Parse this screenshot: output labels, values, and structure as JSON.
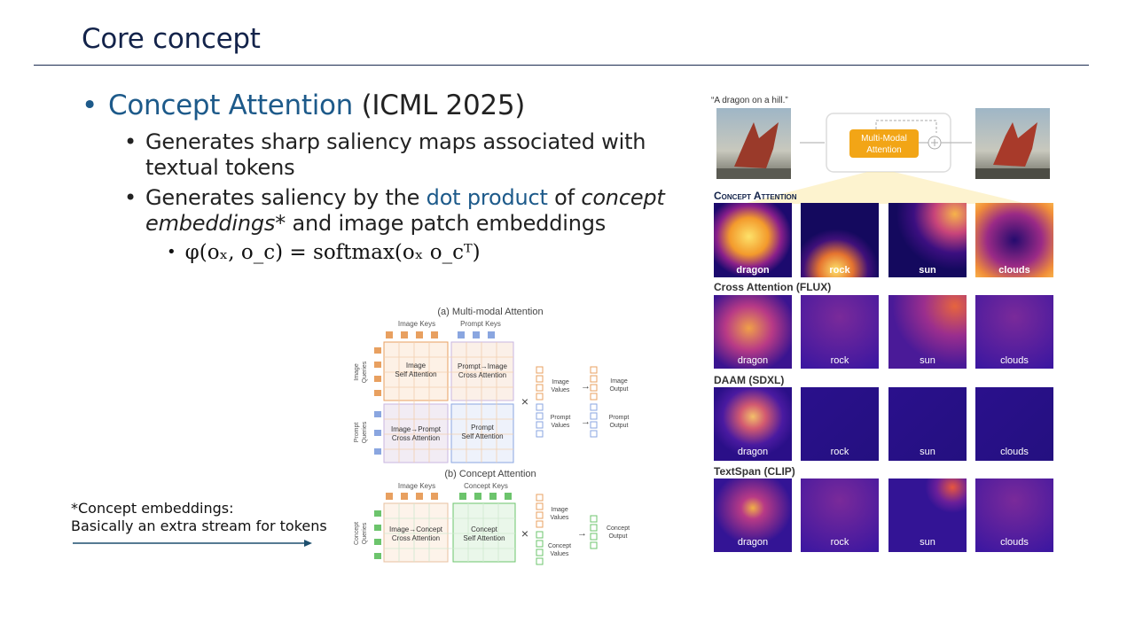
{
  "slide": {
    "title": "Core concept",
    "bullet1": {
      "highlight": "Concept Attention",
      "rest": " (ICML 2025)"
    },
    "bullet2a": "Generates sharp saliency maps associated with textual tokens",
    "bullet2b": {
      "pre": "Generates saliency by the ",
      "highlight": "dot product",
      "mid": " of ",
      "em": "concept embeddings*",
      "post": " and image patch embeddings"
    },
    "formula": "φ(oₓ, o_c) = softmax(oₓ o_cᵀ)",
    "footnote": {
      "heading": "*Concept embeddings:",
      "body": "Basically an extra stream for tokens"
    }
  },
  "diagram": {
    "a_title": "(a) Multi-modal Attention",
    "image_keys": "Image Keys",
    "prompt_keys": "Prompt Keys",
    "image_queries_1": "Image",
    "image_queries_2": "Queries",
    "prompt_queries_1": "Prompt",
    "prompt_queries_2": "Queries",
    "cell_tl_1": "Image",
    "cell_tl_2": "Self Attention",
    "cell_tr_1": "Prompt→Image",
    "cell_tr_2": "Cross Attention",
    "cell_bl_1": "Image→Prompt",
    "cell_bl_2": "Cross Attention",
    "cell_br_1": "Prompt",
    "cell_br_2": "Self Attention",
    "image_values_1": "Image",
    "image_values_2": "Values",
    "prompt_values_1": "Prompt",
    "prompt_values_2": "Values",
    "image_output_1": "Image",
    "image_output_2": "Output",
    "prompt_output_1": "Prompt",
    "prompt_output_2": "Output",
    "times": "×",
    "b_title": "(b) Concept Attention",
    "b_image_keys": "Image Keys",
    "b_concept_keys": "Concept Keys",
    "concept_queries_1": "Concept",
    "concept_queries_2": "Queries",
    "b_cell_l_1": "Image→Concept",
    "b_cell_l_2": "Cross Attention",
    "b_cell_r_1": "Concept",
    "b_cell_r_2": "Self Attention",
    "b_image_values_1": "Image",
    "b_image_values_2": "Values",
    "b_concept_values_1": "Concept",
    "b_concept_values_2": "Values",
    "concept_output_1": "Concept",
    "concept_output_2": "Output"
  },
  "figure": {
    "prompt": "“A dragon on a hill.”",
    "mma_1": "Multi-Modal",
    "mma_2": "Attention",
    "rows": [
      {
        "title": "Concept Attention",
        "labels": [
          "dragon",
          "rock",
          "sun",
          "clouds"
        ]
      },
      {
        "title": "Cross Attention (FLUX)",
        "labels": [
          "dragon",
          "rock",
          "sun",
          "clouds"
        ]
      },
      {
        "title": "DAAM (SDXL)",
        "labels": [
          "dragon",
          "rock",
          "sun",
          "clouds"
        ]
      },
      {
        "title": "TextSpan (CLIP)",
        "labels": [
          "dragon",
          "rock",
          "sun",
          "clouds"
        ]
      }
    ]
  },
  "colors": {
    "title": "#13234a",
    "accent": "#1d5a8a",
    "attn_orange": "#e8a060",
    "attn_blue": "#8aa6e0",
    "attn_green": "#6cc46c",
    "heat_dark": "#1a0a6b",
    "heat_hot": "#f6c545",
    "mma_box": "#f2a516"
  }
}
